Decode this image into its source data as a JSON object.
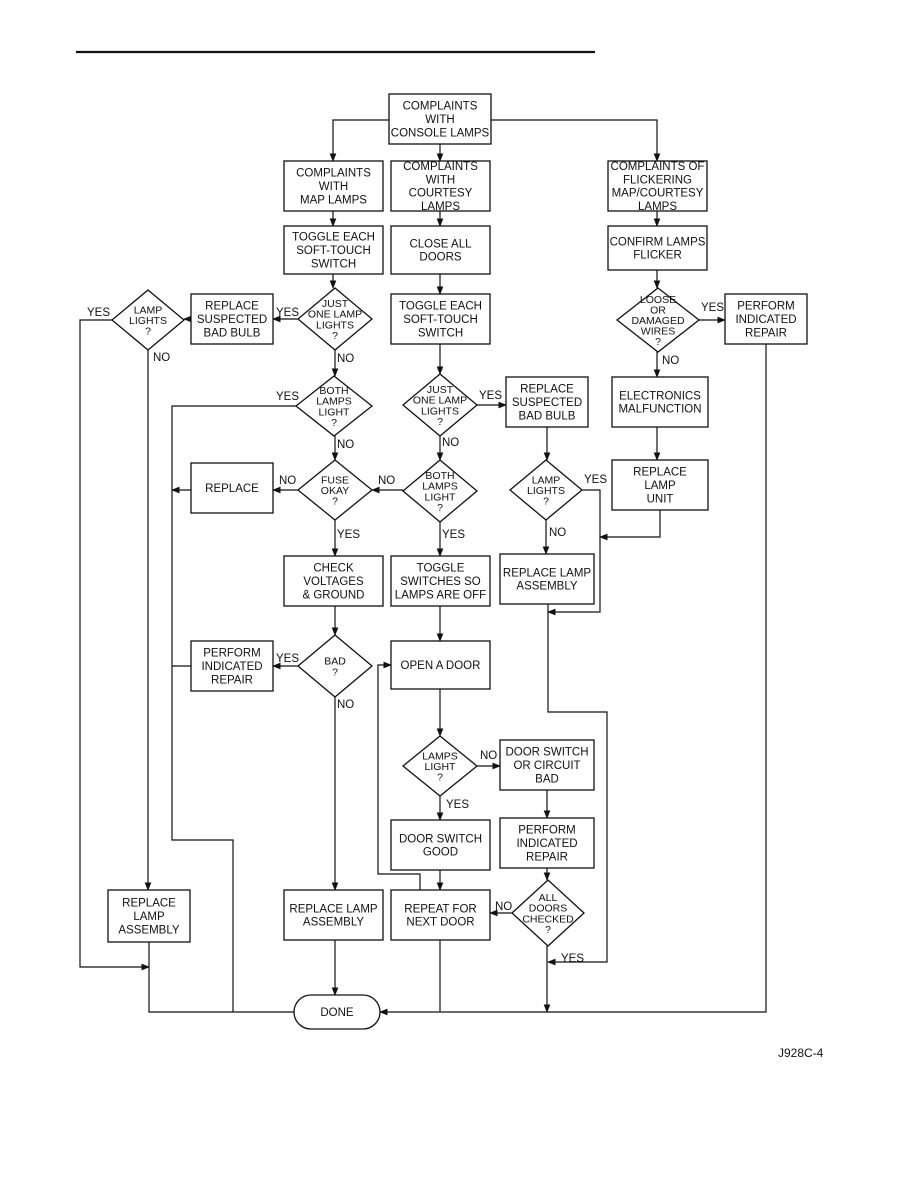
{
  "diagram": {
    "nodes": {
      "start": [
        "COMPLAINTS",
        "WITH",
        "CONSOLE LAMPS"
      ],
      "map": [
        "COMPLAINTS",
        "WITH",
        "MAP LAMPS"
      ],
      "courtesy": [
        "COMPLAINTS",
        "WITH",
        "COURTESY",
        "LAMPS"
      ],
      "flicker": [
        "COMPLAINTS OF",
        "FLICKERING",
        "MAP/COURTESY",
        "LAMPS"
      ],
      "toggle1": [
        "TOGGLE EACH",
        "SOFT-TOUCH",
        "SWITCH"
      ],
      "close_doors": [
        "CLOSE ALL",
        "DOORS"
      ],
      "confirm": [
        "CONFIRM LAMPS",
        "FLICKER"
      ],
      "lamp_lights_1": [
        "LAMP",
        "LIGHTS",
        "?"
      ],
      "replace_bulb_1": [
        "REPLACE",
        "SUSPECTED",
        "BAD BULB"
      ],
      "one_lamp_1": [
        "JUST",
        "ONE LAMP",
        "LIGHTS",
        "?"
      ],
      "toggle2": [
        "TOGGLE EACH",
        "SOFT-TOUCH",
        "SWITCH"
      ],
      "loose_wires": [
        "LOOSE",
        "OR",
        "DAMAGED",
        "WIRES",
        "?"
      ],
      "perform_1": [
        "PERFORM",
        "INDICATED",
        "REPAIR"
      ],
      "both_lamps_1": [
        "BOTH",
        "LAMPS",
        "LIGHT",
        "?"
      ],
      "one_lamp_2": [
        "JUST",
        "ONE LAMP",
        "LIGHTS",
        "?"
      ],
      "replace_bulb_2": [
        "REPLACE",
        "SUSPECTED",
        "BAD BULB"
      ],
      "electronics": [
        "ELECTRONICS",
        "MALFUNCTION"
      ],
      "replace_1": [
        "REPLACE"
      ],
      "fuse": [
        "FUSE",
        "OKAY",
        "?"
      ],
      "both_lamps_2": [
        "BOTH",
        "LAMPS",
        "LIGHT",
        "?"
      ],
      "lamp_lights_2": [
        "LAMP",
        "LIGHTS",
        "?"
      ],
      "replace_lamp_unit": [
        "REPLACE",
        "LAMP",
        "UNIT"
      ],
      "check_voltages": [
        "CHECK",
        "VOLTAGES",
        "& GROUND"
      ],
      "toggle_off": [
        "TOGGLE",
        "SWITCHES SO",
        "LAMPS ARE OFF"
      ],
      "replace_assembly_1": [
        "REPLACE LAMP",
        "ASSEMBLY"
      ],
      "perform_2": [
        "PERFORM",
        "INDICATED",
        "REPAIR"
      ],
      "bad": [
        "BAD",
        "?"
      ],
      "open_door": [
        "OPEN A DOOR"
      ],
      "lamps_light": [
        "LAMPS",
        "LIGHT",
        "?"
      ],
      "door_switch_bad": [
        "DOOR SWITCH",
        "OR CIRCUIT",
        "BAD"
      ],
      "door_switch_good": [
        "DOOR SWITCH",
        "GOOD"
      ],
      "perform_3": [
        "PERFORM",
        "INDICATED",
        "REPAIR"
      ],
      "replace_assembly_2": [
        "REPLACE",
        "LAMP",
        "ASSEMBLY"
      ],
      "replace_assembly_3": [
        "REPLACE LAMP",
        "ASSEMBLY"
      ],
      "repeat": [
        "REPEAT FOR",
        "NEXT DOOR"
      ],
      "all_doors": [
        "ALL",
        "DOORS",
        "CHECKED",
        "?"
      ],
      "done": [
        "DONE"
      ]
    },
    "yes": "YES",
    "no": "NO",
    "figure_id": "J928C-4"
  }
}
